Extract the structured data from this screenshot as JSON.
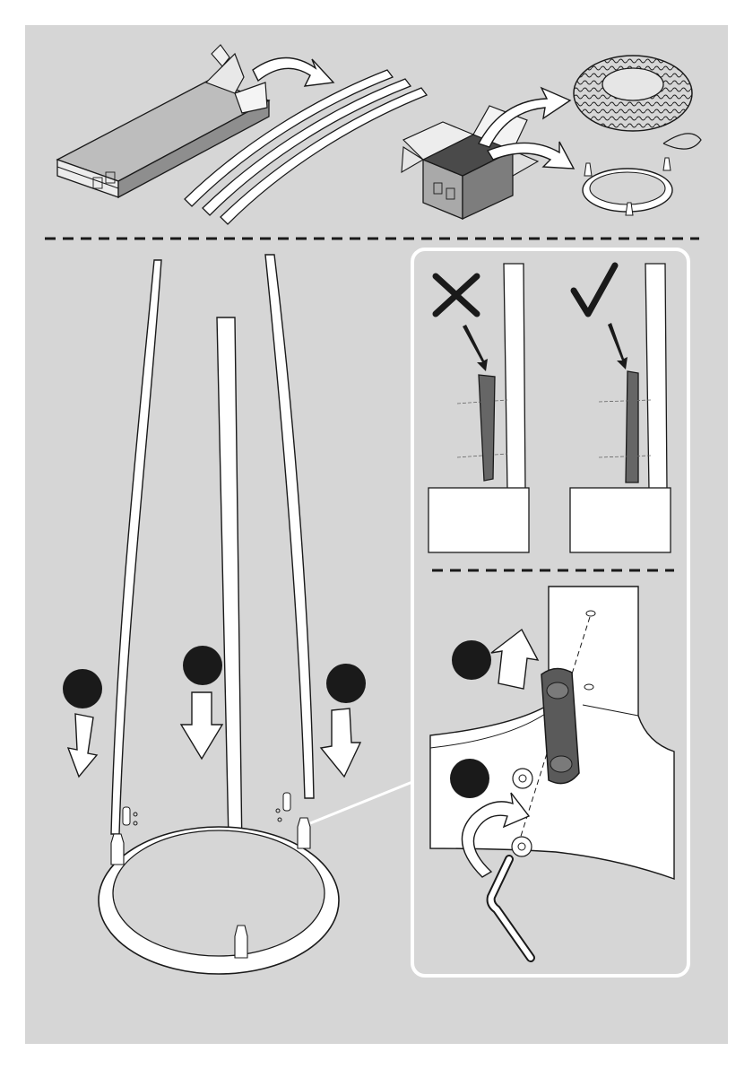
{
  "document": {
    "type": "assembly-instruction-sheet",
    "background_color": "#d6d6d6",
    "line_color": "#1a1a1a",
    "part_color": "#ffffff",
    "dark_part_color": "#555555"
  },
  "top_panel": {
    "items": [
      "long-box-icon",
      "three-legs-icon",
      "open-box-icon",
      "cushion-icon",
      "base-ring-icon"
    ]
  },
  "main_panel": {
    "step_markers": [
      {
        "name": "step-marker-left",
        "arrow": "down"
      },
      {
        "name": "step-marker-center",
        "arrow": "down"
      },
      {
        "name": "step-marker-right",
        "arrow": "down"
      }
    ]
  },
  "detail_panel": {
    "wrong_mark": "cross-icon",
    "right_mark": "check-icon",
    "step_markers": [
      {
        "name": "step-marker-detail-upper",
        "arrow": "up"
      },
      {
        "name": "step-marker-detail-lower",
        "arrow": "curved"
      }
    ]
  }
}
